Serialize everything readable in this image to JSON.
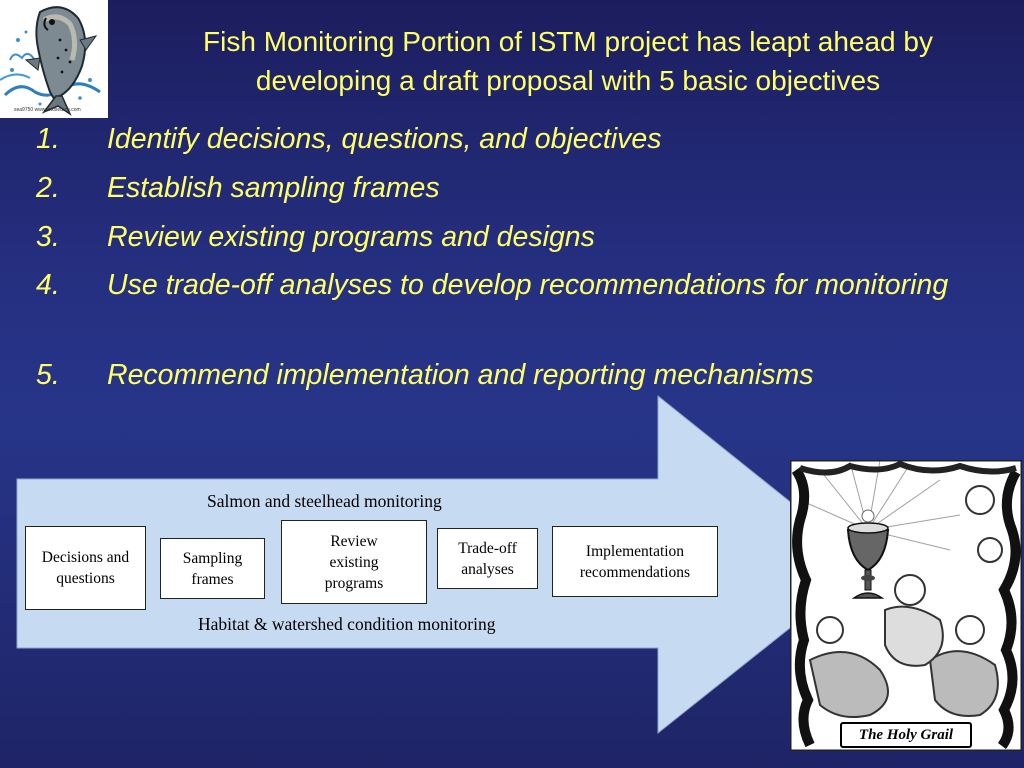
{
  "slide": {
    "title_line1": "Fish Monitoring Portion of ISTM project has leapt ahead by",
    "title_line2": "developing a draft proposal with 5 basic objectives",
    "objectives": [
      {
        "num": "1.",
        "text": "Identify decisions, questions, and objectives"
      },
      {
        "num": "2.",
        "text": "Establish sampling frames"
      },
      {
        "num": "3.",
        "text": "Review existing programs and designs"
      },
      {
        "num": "4.",
        "text": "Use trade-off analyses to develop recommendations for monitoring"
      },
      {
        "num": "5.",
        "text": "Recommend implementation and reporting mechanisms"
      }
    ],
    "logo_caption": "sea9750 www.fotosearch.com",
    "grail_caption": "The Holy Grail"
  },
  "diagram": {
    "top_label": "Salmon and steelhead monitoring",
    "bottom_label": "Habitat & watershed condition monitoring",
    "boxes": [
      {
        "label": "Decisions and questions"
      },
      {
        "label": "Sampling frames"
      },
      {
        "label": "Review existing programs"
      },
      {
        "label": "Trade-off analyses"
      },
      {
        "label": "Implementation recommendations"
      }
    ]
  },
  "colors": {
    "background": "#252f80",
    "title_text": "#ffff66",
    "arrow_fill": "#c6daf1"
  }
}
